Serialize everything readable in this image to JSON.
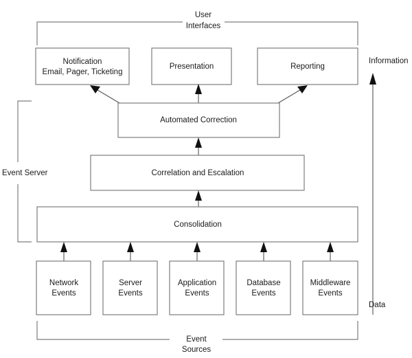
{
  "diagram": {
    "title_top": {
      "line1": "User",
      "line2": "Interfaces"
    },
    "title_bottom": {
      "line1": "Event",
      "line2": "Sources"
    },
    "side_left_label": "Event Server",
    "side_right_top_label": "Information",
    "side_right_bottom_label": "Data",
    "colors": {
      "box_stroke": "#7d7d7d",
      "box_fill": "#ffffff",
      "text": "#1a1a1a",
      "connector": "#545454",
      "arrowhead": "#111111",
      "background": "#ffffff"
    },
    "ui_boxes": [
      {
        "id": "notification",
        "line1": "Notification",
        "line2": "Email, Pager, Ticketing"
      },
      {
        "id": "presentation",
        "line1": "Presentation",
        "line2": ""
      },
      {
        "id": "reporting",
        "line1": "Reporting",
        "line2": ""
      }
    ],
    "server_boxes": [
      {
        "id": "automated-correction",
        "label": "Automated Correction"
      },
      {
        "id": "correlation-escalation",
        "label": "Correlation and Escalation"
      },
      {
        "id": "consolidation",
        "label": "Consolidation"
      }
    ],
    "source_boxes": [
      {
        "id": "network-events",
        "line1": "Network",
        "line2": "Events"
      },
      {
        "id": "server-events",
        "line1": "Server",
        "line2": "Events"
      },
      {
        "id": "application-events",
        "line1": "Application",
        "line2": "Events"
      },
      {
        "id": "database-events",
        "line1": "Database",
        "line2": "Events"
      },
      {
        "id": "middleware-events",
        "line1": "Middleware",
        "line2": "Events"
      }
    ]
  }
}
